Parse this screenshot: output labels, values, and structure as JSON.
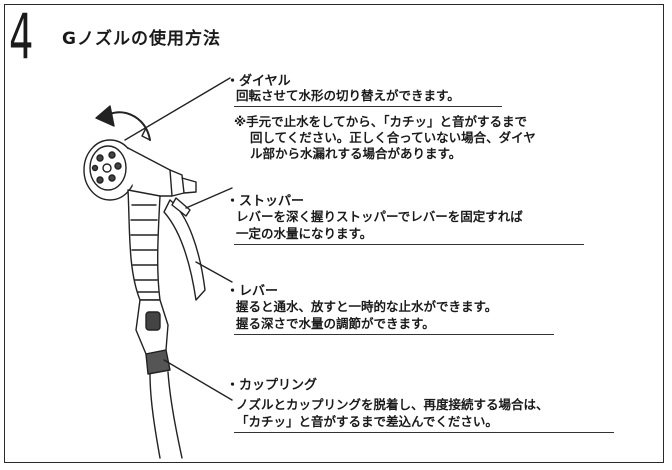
{
  "step_number": "4",
  "title": "Gノズルの使用方法",
  "sections": [
    {
      "heading": "・ダイヤル",
      "lines": [
        "回転させて水形の切り替えができます。"
      ],
      "note_lines": [
        "※手元で止水をしてから、「カチッ」と音がするまで",
        "回してください。正しく合っていない場合、ダイヤ",
        "ル部から水漏れする場合があります。"
      ]
    },
    {
      "heading": "・ストッパー",
      "lines": [
        "レバーを深く握りストッパーでレバーを固定すれば",
        "一定の水量になります。"
      ]
    },
    {
      "heading": "・レバー",
      "lines": [
        "握ると通水、放すと一時的な止水ができます。",
        "握る深さで水量の調節ができます。"
      ]
    },
    {
      "heading": "・カップリング",
      "lines": [
        "ノズルとカップリングを脱着し、再度接続する場合は、",
        "「カチッ」と音がするまで差込んでください。"
      ]
    }
  ]
}
